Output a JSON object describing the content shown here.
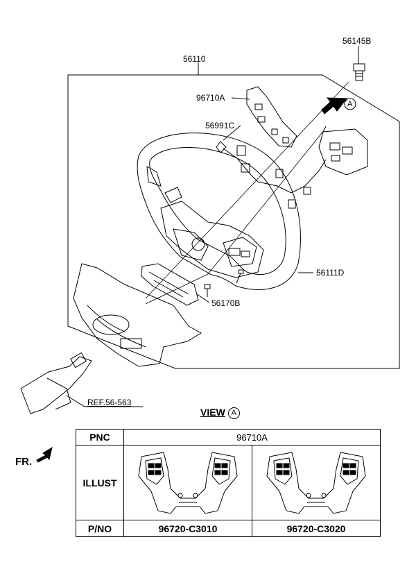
{
  "labels": {
    "assembly": "56110",
    "bolt": "56145B",
    "remote_switch": "96710A",
    "extension_wire": "56991C",
    "airbag_module": "56111D",
    "screw": "56170B",
    "reference": "REF.56-563",
    "view_marker": "A"
  },
  "view_title": {
    "text": "VIEW",
    "marker": "A"
  },
  "front_indicator": "FR.",
  "table": {
    "row_headers": [
      "PNC",
      "ILLUST",
      "P/NO"
    ],
    "pnc_value": "96710A",
    "part_numbers": [
      "96720-C3010",
      "96720-C3020"
    ]
  },
  "colors": {
    "line": "#000000",
    "background": "#ffffff"
  }
}
